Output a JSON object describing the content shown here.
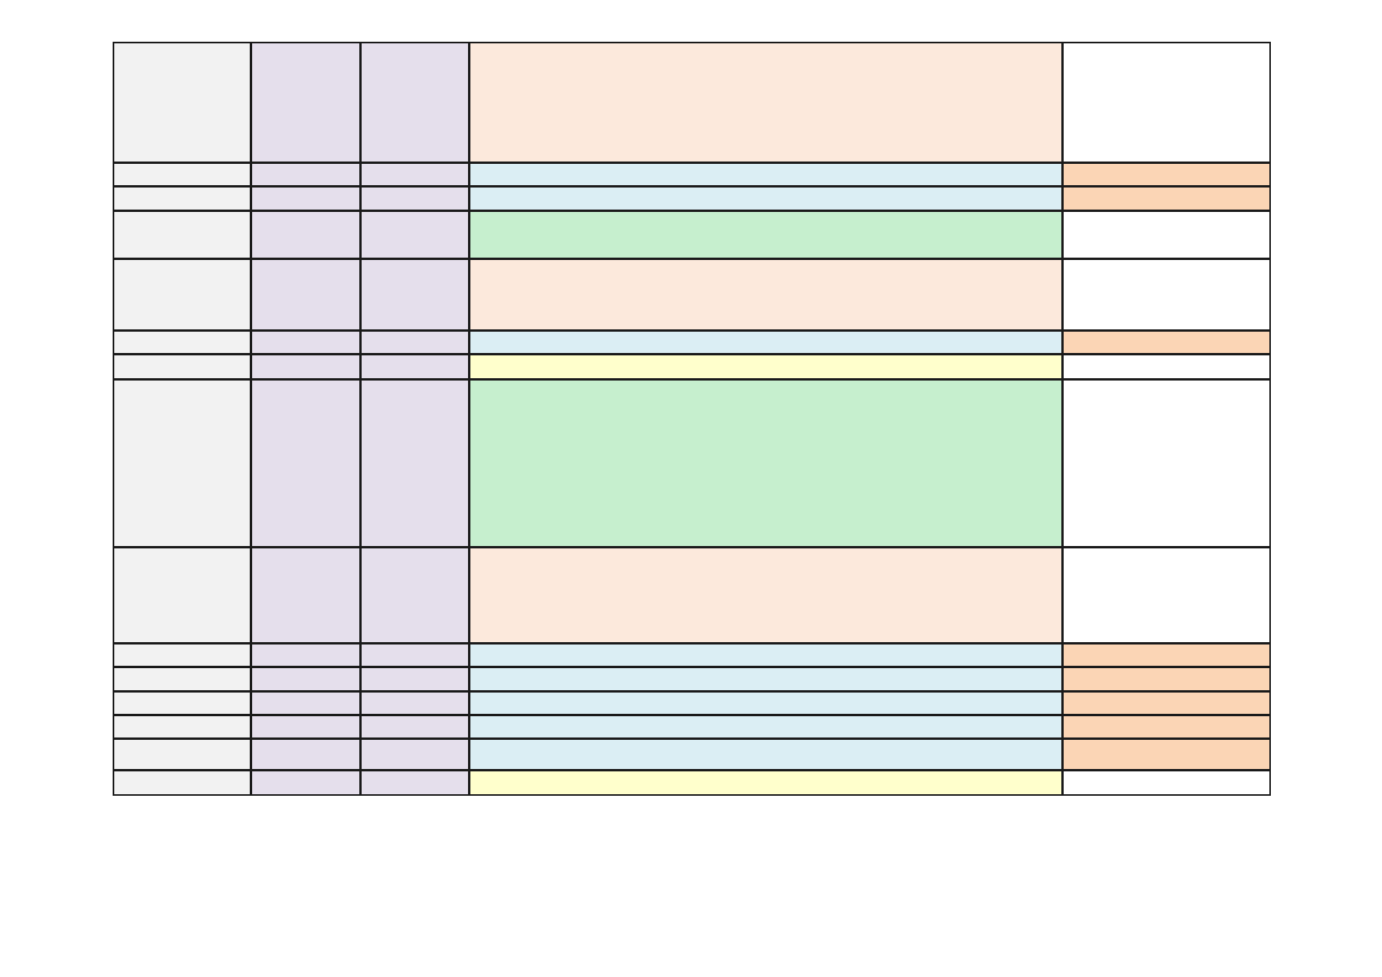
{
  "colors": {
    "grey": "#f2f2f2",
    "lavender": "#e5dfec",
    "peach": "#fce9dc",
    "light_blue": "#dbeef4",
    "light_green": "#c6efce",
    "light_yellow": "#ffffcc",
    "orange": "#fbd5b5",
    "white": "#ffffff",
    "border": "#1a1a1a"
  },
  "table": {
    "column_count": 5,
    "rows": [
      {
        "cells": [
          "",
          "",
          "",
          "",
          ""
        ],
        "fills": [
          "grey",
          "lavender",
          "lavender",
          "peach",
          "white"
        ]
      },
      {
        "cells": [
          "",
          "",
          "",
          "",
          ""
        ],
        "fills": [
          "grey",
          "lavender",
          "lavender",
          "light_blue",
          "orange"
        ]
      },
      {
        "cells": [
          "",
          "",
          "",
          "",
          ""
        ],
        "fills": [
          "grey",
          "lavender",
          "lavender",
          "light_blue",
          "orange"
        ]
      },
      {
        "cells": [
          "",
          "",
          "",
          "",
          ""
        ],
        "fills": [
          "grey",
          "lavender",
          "lavender",
          "light_green",
          "white"
        ]
      },
      {
        "cells": [
          "",
          "",
          "",
          "",
          ""
        ],
        "fills": [
          "grey",
          "lavender",
          "lavender",
          "peach",
          "white"
        ]
      },
      {
        "cells": [
          "",
          "",
          "",
          "",
          ""
        ],
        "fills": [
          "grey",
          "lavender",
          "lavender",
          "light_blue",
          "orange"
        ]
      },
      {
        "cells": [
          "",
          "",
          "",
          "",
          ""
        ],
        "fills": [
          "grey",
          "lavender",
          "lavender",
          "light_yellow",
          "white"
        ]
      },
      {
        "cells": [
          "",
          "",
          "",
          "",
          ""
        ],
        "fills": [
          "grey",
          "lavender",
          "lavender",
          "light_green",
          "white"
        ]
      },
      {
        "cells": [
          "",
          "",
          "",
          "",
          ""
        ],
        "fills": [
          "grey",
          "lavender",
          "lavender",
          "peach",
          "white"
        ]
      },
      {
        "cells": [
          "",
          "",
          "",
          "",
          ""
        ],
        "fills": [
          "grey",
          "lavender",
          "lavender",
          "light_blue",
          "orange"
        ]
      },
      {
        "cells": [
          "",
          "",
          "",
          "",
          ""
        ],
        "fills": [
          "grey",
          "lavender",
          "lavender",
          "light_blue",
          "orange"
        ]
      },
      {
        "cells": [
          "",
          "",
          "",
          "",
          ""
        ],
        "fills": [
          "grey",
          "lavender",
          "lavender",
          "light_blue",
          "orange"
        ]
      },
      {
        "cells": [
          "",
          "",
          "",
          "",
          ""
        ],
        "fills": [
          "grey",
          "lavender",
          "lavender",
          "light_blue",
          "orange"
        ]
      },
      {
        "cells": [
          "",
          "",
          "",
          "",
          ""
        ],
        "fills": [
          "grey",
          "lavender",
          "lavender",
          "light_blue",
          "orange"
        ]
      },
      {
        "cells": [
          "",
          "",
          "",
          "",
          ""
        ],
        "fills": [
          "grey",
          "lavender",
          "lavender",
          "light_yellow",
          "white"
        ]
      }
    ]
  }
}
